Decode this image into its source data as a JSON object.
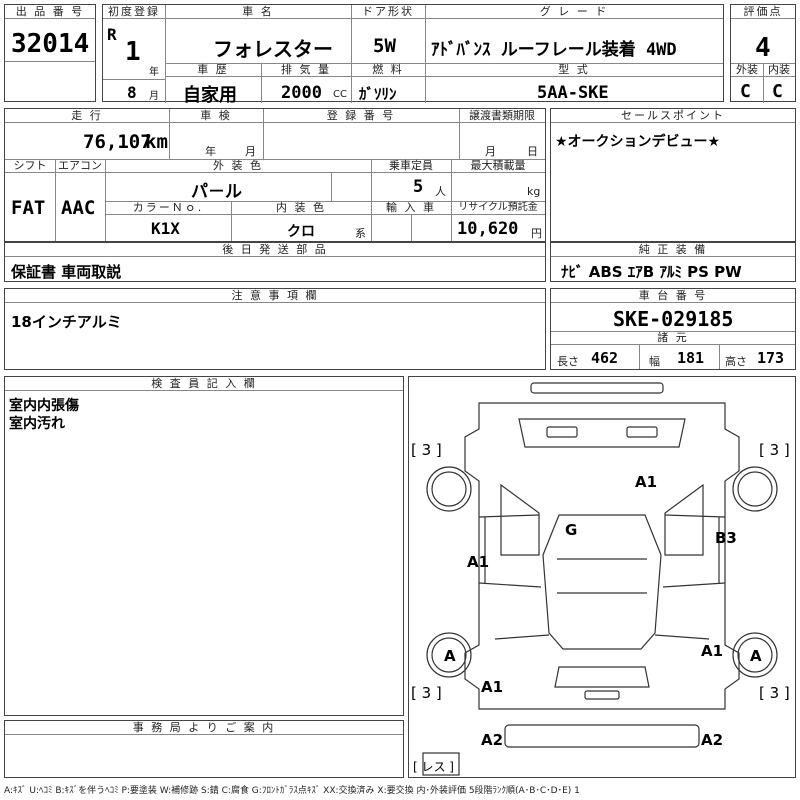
{
  "header": {
    "lot_no_label": "出 品 番 号",
    "lot_no": "32014",
    "first_reg_label": "初度登録",
    "era": "R",
    "year": "1",
    "year_unit": "年",
    "month": "8",
    "month_unit": "月",
    "car_name_label": "車 名",
    "car_name": "フォレスター",
    "door_label": "ドア形状",
    "door": "5W",
    "grade_label": "グ レ ー ド",
    "grade": "ｱﾄﾞﾊﾞﾝｽ  ルーフレール装着 4WD",
    "score_label": "評価点",
    "score": "4",
    "history_label": "車 歴",
    "history": "自家用",
    "displacement_label": "排 気 量",
    "displacement": "2000",
    "displacement_unit": "CC",
    "fuel_label": "燃 料",
    "fuel": "ｶﾞｿﾘﾝ",
    "model_code_label": "型 式",
    "model_code": "5AA-SKE",
    "exterior_label": "外装",
    "exterior": "C",
    "interior_label": "内装",
    "interior": "C"
  },
  "row2": {
    "mileage_label": "走 行",
    "mileage": "76,107",
    "mileage_unit": "km",
    "inspection_label": "車 検",
    "inspection_year_unit": "年",
    "inspection_month_unit": "月",
    "registration_label": "登 録 番 号",
    "transfer_label": "譲渡書類期限",
    "transfer_month_unit": "月",
    "transfer_day_unit": "日",
    "shift_label": "シフト",
    "shift": "FAT",
    "aircon_label": "エアコン",
    "aircon": "AAC",
    "exterior_color_label": "外 装 色",
    "exterior_color": "パ－ル",
    "capacity_label": "乗車定員",
    "capacity": "5",
    "capacity_unit": "人",
    "max_load_label": "最大積載量",
    "max_load_unit": "kg",
    "color_no_label": "カラーＮｏ.",
    "color_no": "K1X",
    "interior_color_label": "内 装 色",
    "interior_color": "クロ",
    "interior_color_unit": "系",
    "import_label": "輸 入 車",
    "recycle_label": "リサイクル預託金",
    "recycle": "10,620",
    "recycle_unit": "円",
    "sales_point_label": "セールスポイント",
    "sales_point": "★オークションデビュー★"
  },
  "row3": {
    "later_parts_label": "後 日 発 送 部 品",
    "later_parts": "保証書 車両取説",
    "genuine_equipment_label": "純 正 装 備",
    "genuine_equipment": "ﾅﾋﾞ ABS ｴｱB ｱﾙﾐ PS PW"
  },
  "row4": {
    "caution_label": "注 意 事 項 欄",
    "caution": "18インチアルミ",
    "chassis_label": "車 台 番 号",
    "chassis": "SKE-029185",
    "specs_label": "諸 元",
    "length_label": "長さ",
    "length": "462",
    "width_label": "幅",
    "width": "181",
    "height_label": "高さ",
    "height": "173"
  },
  "inspector": {
    "label": "検 査 員 記 入 欄",
    "lines": [
      "室内内張傷",
      "室内汚れ"
    ]
  },
  "office": {
    "label": "事 務 局 よ り ご 案 内"
  },
  "diagram_marks": {
    "fl_bracket": "[ 3 ]",
    "fr_bracket": "[ 3 ]",
    "rl_bracket": "[ 3 ]",
    "rr_bracket": "[ 3 ]",
    "hood": "A1",
    "roof": "G",
    "left_door": "A1",
    "right_door": "B3",
    "rl_wheel": "A",
    "rr_wheel": "A",
    "right_rear": "A1",
    "left_rear": "A1",
    "rear_left": "A2",
    "rear_right": "A2",
    "spare": "[ レス ]"
  },
  "legend": "A:ｷｽﾞ U:ﾍｺﾐ B:ｷｽﾞを伴うﾍｺﾐ P:要塗装 W:補修跡 S:錆 C:腐食 G:ﾌﾛﾝﾄｶﾞﾗｽ点ｷｽﾞ XX:交換済み X:要交換  内･外装評価  5段階ﾗﾝｸ順(A･B･C･D･E) 1"
}
